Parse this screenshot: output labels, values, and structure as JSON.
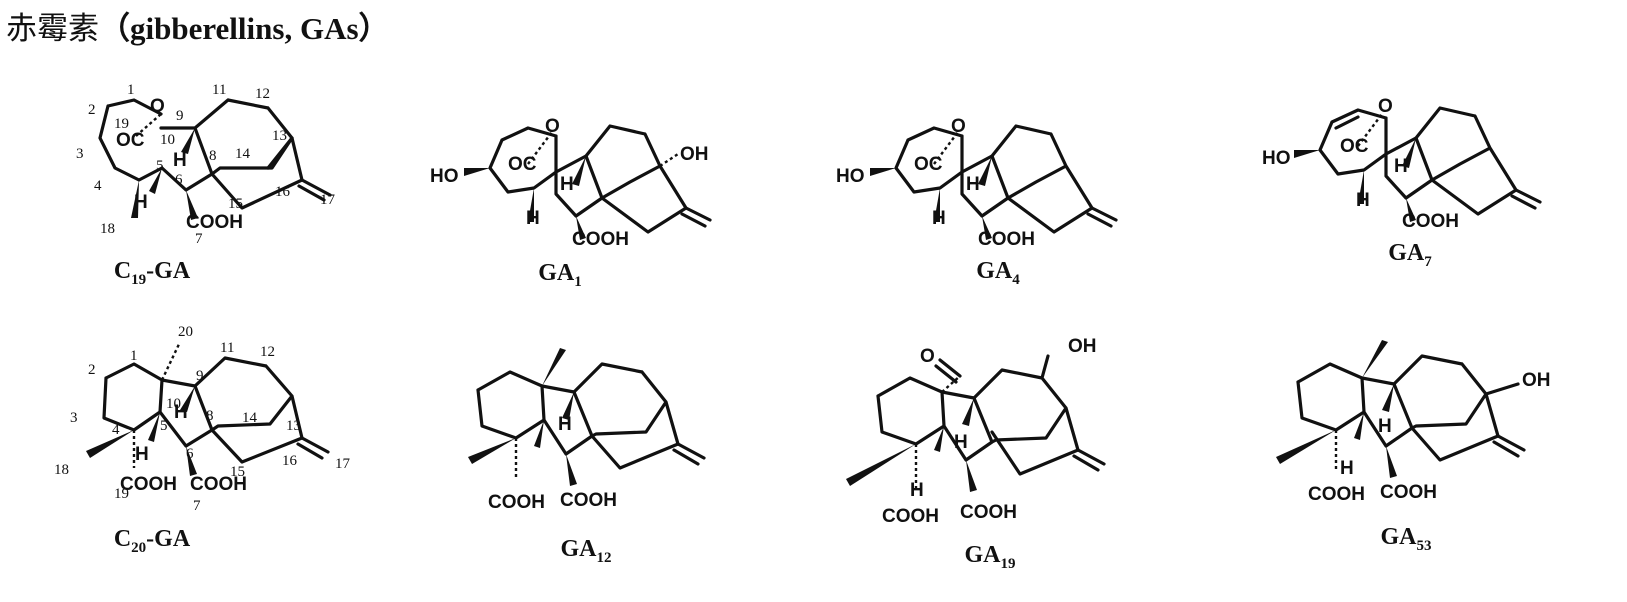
{
  "title": {
    "zh": "赤霉素",
    "en": "（gibberellins, GAs）"
  },
  "structures": [
    {
      "id": "c19",
      "label_main": "C",
      "label_sub": "19",
      "label_tail": "-GA"
    },
    {
      "id": "ga1",
      "label_main": "GA",
      "label_sub": "1",
      "label_tail": ""
    },
    {
      "id": "ga4",
      "label_main": "GA",
      "label_sub": "4",
      "label_tail": ""
    },
    {
      "id": "ga7",
      "label_main": "GA",
      "label_sub": "7",
      "label_tail": ""
    },
    {
      "id": "c20",
      "label_main": "C",
      "label_sub": "20",
      "label_tail": "-GA"
    },
    {
      "id": "ga12",
      "label_main": "GA",
      "label_sub": "12",
      "label_tail": ""
    },
    {
      "id": "ga19",
      "label_main": "GA",
      "label_sub": "19",
      "label_tail": ""
    },
    {
      "id": "ga53",
      "label_main": "GA",
      "label_sub": "53",
      "label_tail": ""
    }
  ],
  "atoms": {
    "oc": "OC",
    "o": "O",
    "h": "H",
    "oh": "OH",
    "ho": "HO",
    "cooh": "COOH"
  },
  "numbers": {
    "n1": "1",
    "n2": "2",
    "n3": "3",
    "n4": "4",
    "n5": "5",
    "n6": "6",
    "n7": "7",
    "n8": "8",
    "n9": "9",
    "n10": "10",
    "n11": "11",
    "n12": "12",
    "n13": "13",
    "n14": "14",
    "n15": "15",
    "n16": "16",
    "n17": "17",
    "n18": "18",
    "n19": "19",
    "n20": "20"
  }
}
